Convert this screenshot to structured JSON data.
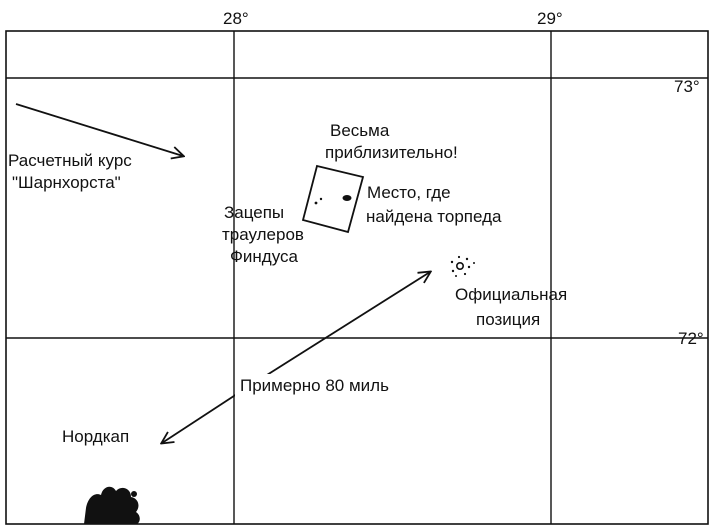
{
  "map": {
    "colors": {
      "ink": "#111111",
      "paper": "#ffffff"
    },
    "longitude_labels": [
      "28°",
      "29°"
    ],
    "latitude_labels": [
      "73°",
      "72°"
    ],
    "labels": {
      "course_line1": "Расчетный курс",
      "course_line2": "\"Шарнхорста\"",
      "very_approx_line1": "Весьма",
      "very_approx_line2": "приблизительно!",
      "torpedo_line1": "Место, где",
      "torpedo_line2": "найдена торпеда",
      "snags_line1": "Зацепы",
      "snags_line2": "траулеров",
      "snags_line3": "Финдуса",
      "official_line1": "Официальная",
      "official_line2": "позиция",
      "distance": "Примерно 80 миль",
      "nordkap": "Нордкап"
    },
    "icons": [
      "arrow-icon",
      "wreck-marker-icon",
      "coastline-shape"
    ]
  }
}
